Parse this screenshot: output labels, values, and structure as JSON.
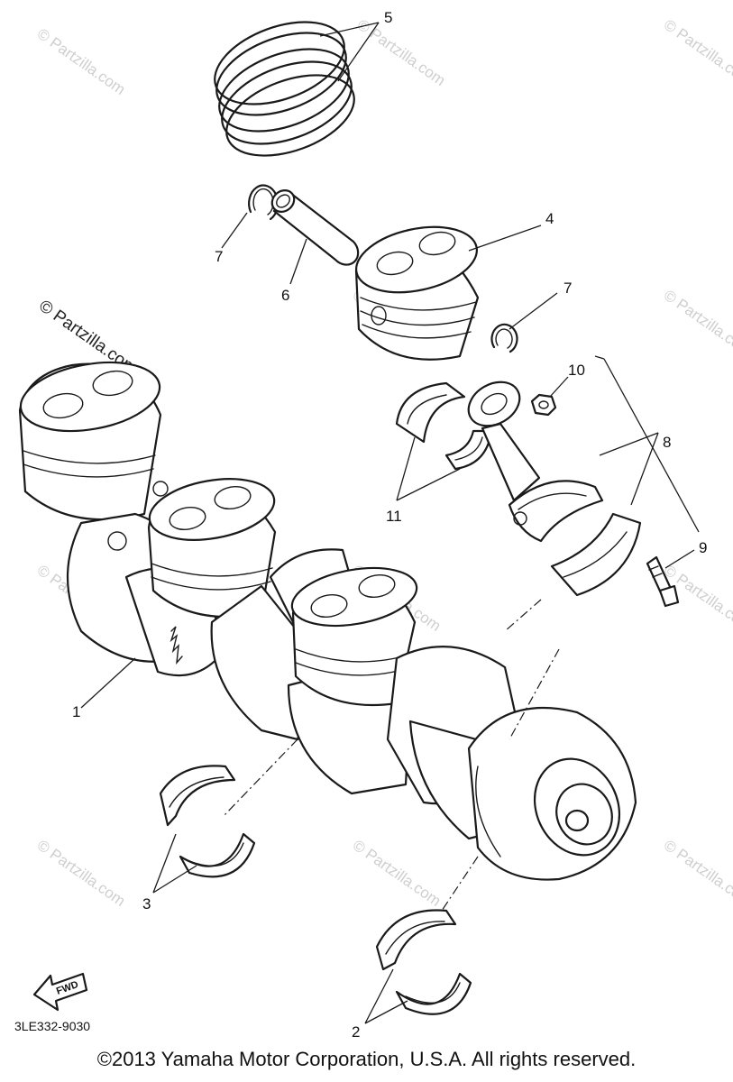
{
  "diagram": {
    "part_code": "3LE332-9030",
    "fwd_label": "FWD",
    "copyright": "©2013 Yamaha Motor Corporation, U.S.A. All rights reserved.",
    "watermark": "© Partzilla.com",
    "callouts": [
      {
        "id": "1",
        "text": "1"
      },
      {
        "id": "2",
        "text": "2"
      },
      {
        "id": "3",
        "text": "3"
      },
      {
        "id": "4",
        "text": "4"
      },
      {
        "id": "5",
        "text": "5"
      },
      {
        "id": "6",
        "text": "6"
      },
      {
        "id": "7a",
        "text": "7"
      },
      {
        "id": "7b",
        "text": "7"
      },
      {
        "id": "8",
        "text": "8"
      },
      {
        "id": "9",
        "text": "9"
      },
      {
        "id": "10",
        "text": "10"
      },
      {
        "id": "11",
        "text": "11"
      }
    ]
  }
}
